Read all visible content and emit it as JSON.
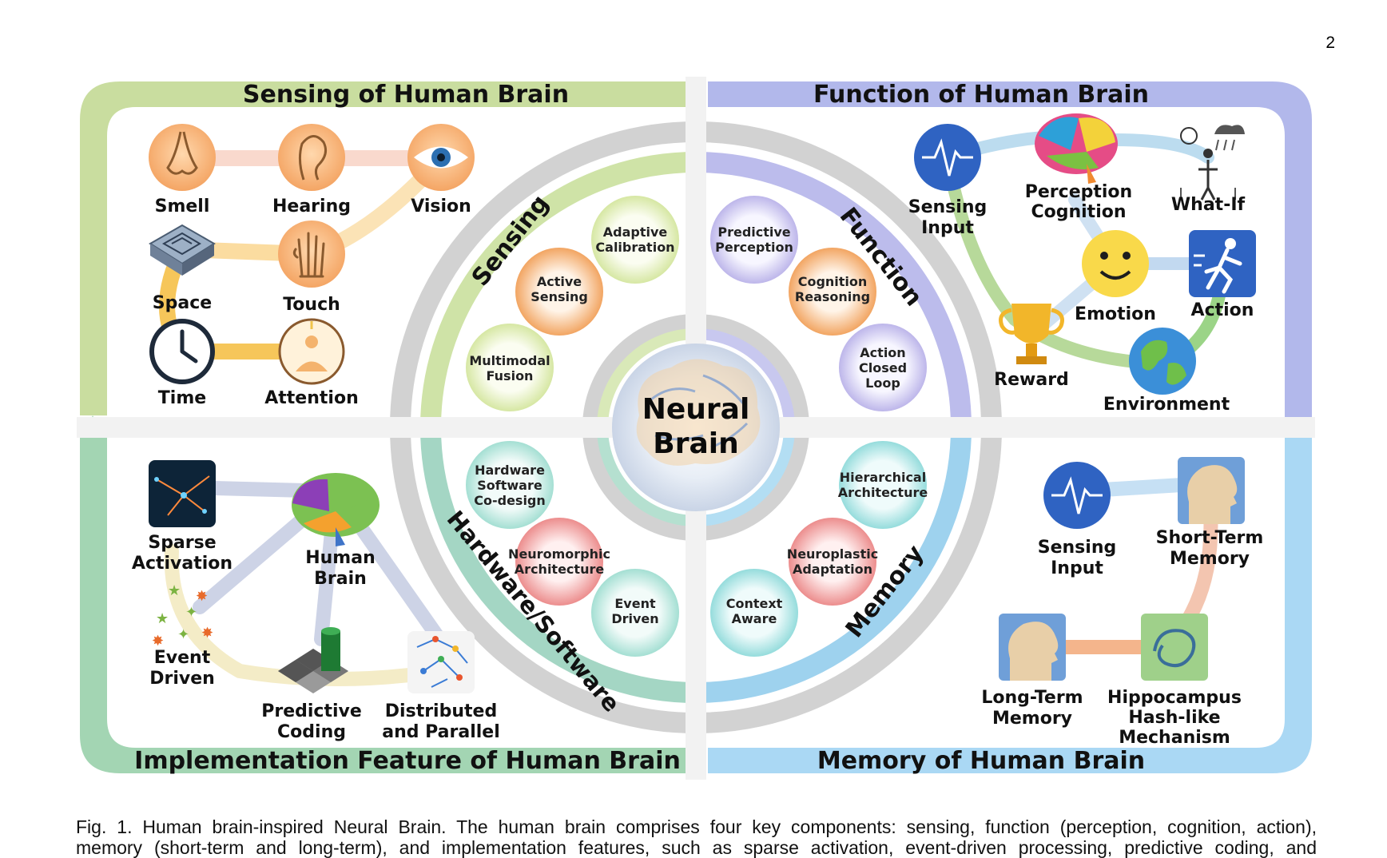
{
  "page_number": "2",
  "titles": {
    "sensing": "Sensing of Human Brain",
    "function": "Function of Human Brain",
    "implementation": "Implementation Feature of Human Brain",
    "memory": "Memory of Human Brain"
  },
  "center": {
    "line1": "Neural",
    "line2": "Brain"
  },
  "ring_labels": {
    "sensing": "Sensing",
    "function": "Function",
    "hardware": "Hardware/Software",
    "memory": "Memory"
  },
  "bubbles": {
    "adaptive_calibration": [
      "Adaptive",
      "Calibration"
    ],
    "active_sensing": [
      "Active",
      "Sensing"
    ],
    "multimodal_fusion": [
      "Multimodal",
      "Fusion"
    ],
    "predictive_perception": [
      "Predictive",
      "Perception"
    ],
    "cognition_reasoning": [
      "Cognition",
      "Reasoning"
    ],
    "action_closed_loop": [
      "Action",
      "Closed",
      "Loop"
    ],
    "hw_sw_codesign": [
      "Hardware",
      "Software",
      "Co-design"
    ],
    "neuromorphic_architecture": [
      "Neuromorphic",
      "Architecture"
    ],
    "event_driven": [
      "Event",
      "Driven"
    ],
    "hierarchical_architecture": [
      "Hierarchical",
      "Architecture"
    ],
    "neuroplastic_adaptation": [
      "Neuroplastic",
      "Adaptation"
    ],
    "context_aware": [
      "Context",
      "Aware"
    ]
  },
  "sensing_items": {
    "smell": "Smell",
    "hearing": "Hearing",
    "vision": "Vision",
    "space": "Space",
    "touch": "Touch",
    "time": "Time",
    "attention": "Attention"
  },
  "function_items": {
    "sensing_input": [
      "Sensing",
      "Input"
    ],
    "perception_cognition": [
      "Perception",
      "Cognition"
    ],
    "what_if": "What-If",
    "emotion": "Emotion",
    "action": "Action",
    "reward": "Reward",
    "environment": "Environment"
  },
  "implementation_items": {
    "sparse_activation": [
      "Sparse",
      "Activation"
    ],
    "human_brain": [
      "Human",
      "Brain"
    ],
    "event_driven": [
      "Event",
      "Driven"
    ],
    "predictive_coding": [
      "Predictive",
      "Coding"
    ],
    "distributed_parallel": [
      "Distributed",
      "and Parallel"
    ]
  },
  "memory_items": {
    "sensing_input": [
      "Sensing",
      "Input"
    ],
    "short_term": [
      "Short-Term",
      "Memory"
    ],
    "long_term": [
      "Long-Term",
      "Memory"
    ],
    "hippocampus": [
      "Hippocampus",
      "Hash-like",
      "Mechanism"
    ]
  },
  "colors": {
    "green": "#c7dc9d",
    "purple": "#b3b8ea",
    "teal": "#9fd0b0",
    "blue": "#a8d6f3",
    "orange": "#f6b97e",
    "ring_gray": "#c9c9c9"
  },
  "caption": {
    "line1": "Fig. 1. Human brain-inspired Neural Brain. The human brain comprises four key components: sensing, function (perception, cognition, action),",
    "line2": "memory (short-term and long-term), and implementation features, such as sparse activation, event-driven processing, predictive coding, and"
  }
}
